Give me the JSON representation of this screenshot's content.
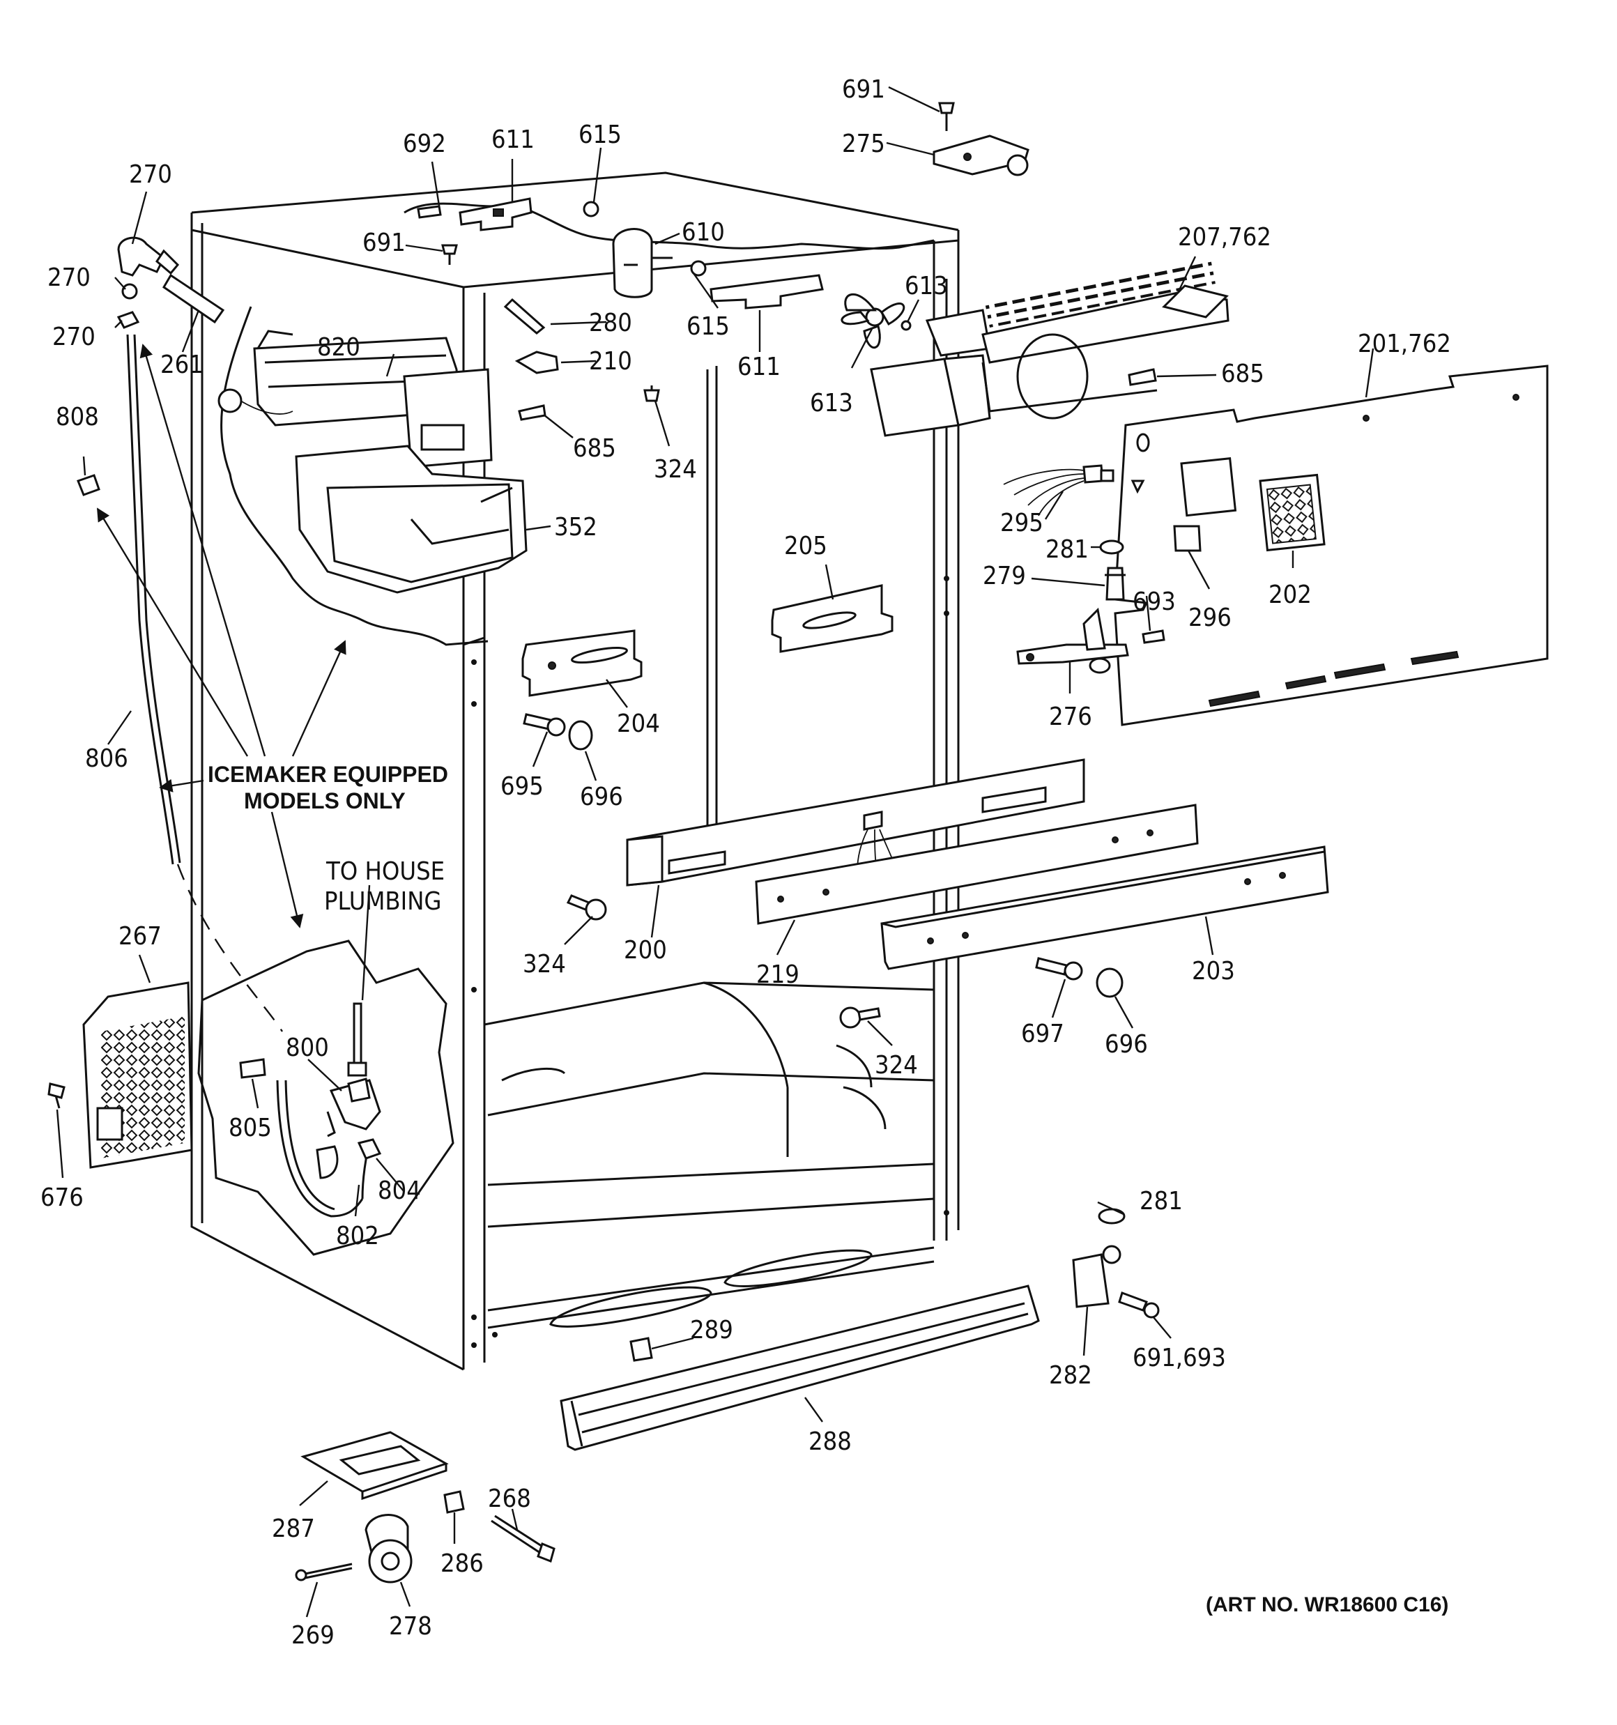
{
  "labels": {
    "l200": "200",
    "l201": "201,762",
    "l202": "202",
    "l203": "203",
    "l204": "204",
    "l205": "205",
    "l207": "207,762",
    "l210": "210",
    "l219": "219",
    "l261": "261",
    "l267": "267",
    "l268": "268",
    "l269": "269",
    "l270a": "270",
    "l270b": "270",
    "l270c": "270",
    "l275": "275",
    "l276": "276",
    "l278": "278",
    "l279": "279",
    "l280": "280",
    "l281a": "281",
    "l281b": "281",
    "l282": "282",
    "l286": "286",
    "l287": "287",
    "l288": "288",
    "l289": "289",
    "l295": "295",
    "l296": "296",
    "l324a": "324",
    "l324b": "324",
    "l324c": "324",
    "l352": "352",
    "l610": "610",
    "l611a": "611",
    "l611b": "611",
    "l613a": "613",
    "l613b": "613",
    "l615a": "615",
    "l615b": "615",
    "l676": "676",
    "l685a": "685",
    "l685b": "685",
    "l691a": "691",
    "l691b": "691",
    "l691c": "691,693",
    "l692": "692",
    "l693": "693",
    "l695": "695",
    "l696a": "696",
    "l696b": "696",
    "l697": "697",
    "l800": "800",
    "l802": "802",
    "l804": "804",
    "l805": "805",
    "l806": "806",
    "l808": "808",
    "l820": "820"
  },
  "notes": {
    "icemaker_line1": "ICEMAKER EQUIPPED",
    "icemaker_line2": "MODELS ONLY",
    "house_line1": "TO HOUSE",
    "house_line2": "PLUMBING"
  },
  "art_number": "(ART NO. WR18600 C16)"
}
